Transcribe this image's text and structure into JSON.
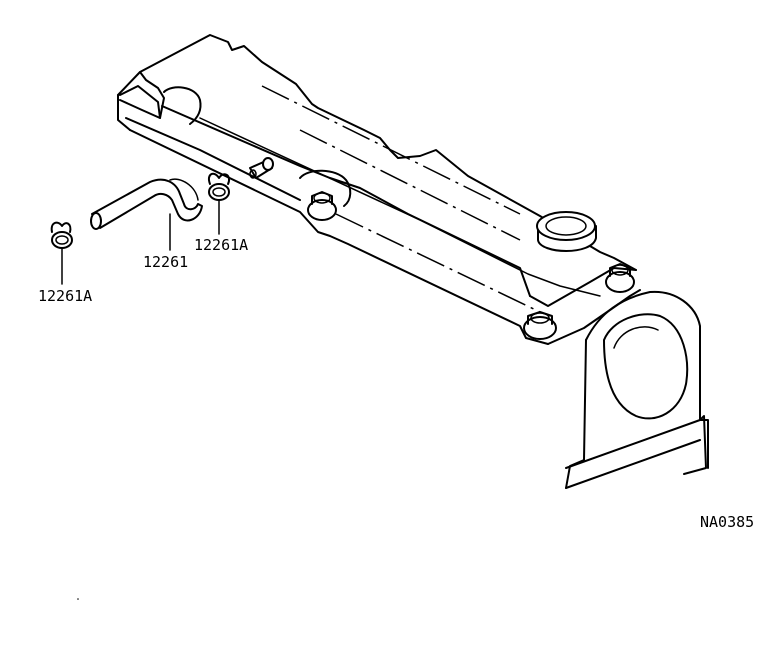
{
  "labels": {
    "hose_part": "12261",
    "clip_left": "12261A",
    "clip_right": "12261A",
    "drawing_code": "NA0385"
  }
}
